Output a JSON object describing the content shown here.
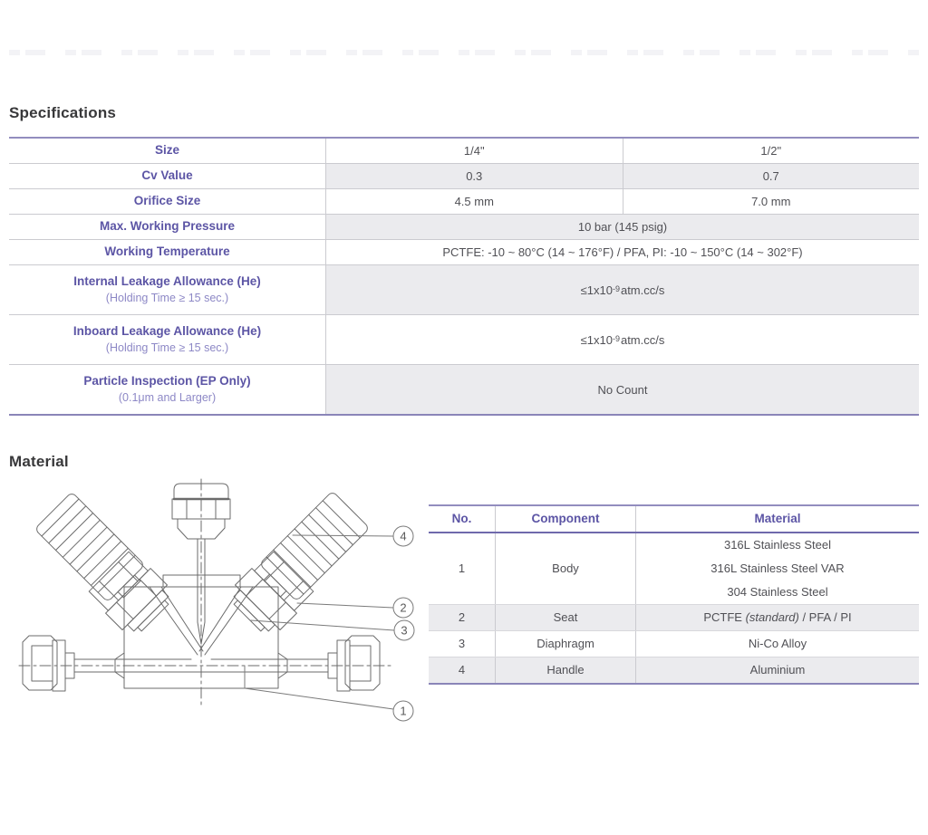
{
  "specifications": {
    "title": "Specifications",
    "rows": [
      {
        "label": "Size",
        "values": [
          "1/4\"",
          "1/2\""
        ]
      },
      {
        "label": "Cv Value",
        "values": [
          "0.3",
          "0.7"
        ]
      },
      {
        "label": "Orifice Size",
        "values": [
          "4.5 mm",
          "7.0 mm"
        ]
      },
      {
        "label": "Max. Working Pressure",
        "value": "10 bar (145 psig)"
      },
      {
        "label": "Working Temperature",
        "value": "PCTFE: -10 ~ 80°C (14 ~ 176°F) / PFA, PI: -10 ~ 150°C (14 ~ 302°F)"
      },
      {
        "label": "Internal Leakage Allowance (He)",
        "sublabel": "(Holding Time ≥ 15 sec.)",
        "value_pre": "≤1x10",
        "value_sup": "-9",
        "value_post": " atm.cc/s"
      },
      {
        "label": "Inboard Leakage Allowance (He)",
        "sublabel": "(Holding Time ≥ 15 sec.)",
        "value_pre": "≤1x10",
        "value_sup": "-9",
        "value_post": " atm.cc/s"
      },
      {
        "label": "Particle Inspection (EP Only)",
        "sublabel": "(0.1μm and Larger)",
        "value": "No Count"
      }
    ]
  },
  "material": {
    "title": "Material",
    "headers": {
      "no": "No.",
      "component": "Component",
      "material": "Material"
    },
    "rows": [
      {
        "no": "1",
        "component": "Body",
        "materials": [
          "316L Stainless Steel",
          "316L Stainless Steel VAR",
          "304 Stainless Steel"
        ]
      },
      {
        "no": "2",
        "component": "Seat",
        "material_pre": "PCTFE ",
        "material_italic": "(standard)",
        "material_post": " / PFA / PI"
      },
      {
        "no": "3",
        "component": "Diaphragm",
        "material": "Ni-Co Alloy"
      },
      {
        "no": "4",
        "component": "Handle",
        "material": "Aluminium"
      }
    ]
  },
  "diagram": {
    "description": "Y-pattern dual-handle diaphragm valve line drawing",
    "callouts": [
      "1",
      "2",
      "3",
      "4"
    ]
  },
  "colors": {
    "accent_purple": "#5c55a5",
    "light_purple": "#8d88c6",
    "border_purple": "#928dbe",
    "row_gray": "#ebebee",
    "line_gray": "#cbcbd0",
    "value_text": "#505055",
    "title_text": "#38383a",
    "diagram_line": "#6b6b6b"
  }
}
